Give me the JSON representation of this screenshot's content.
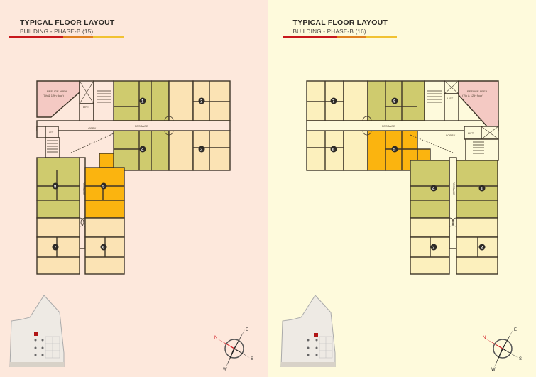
{
  "colors": {
    "bg_left": "#fde8dc",
    "bg_right": "#fefadc",
    "unit_green": "#cfcb6e",
    "unit_cream": "#fbe3b4",
    "unit_cream_right": "#fcf0bd",
    "unit_highlight": "#fbb40f",
    "refuge_pink": "#f4c9c3",
    "wall": "#3e3528",
    "rule_red": "#c8181c",
    "rule_orange": "#e08020",
    "rule_yellow": "#f1c232"
  },
  "panels": [
    {
      "title": "TYPICAL FLOOR LAYOUT",
      "subtitle": "BUILDING - PHASE-B (15)",
      "labels": {
        "refuge_line1": "REFUGE AREA",
        "refuge_line2": "(7th & 12th floor)",
        "lift_a": "LIFT",
        "lift_b": "LIFT",
        "lobby": "LOBBY",
        "passage_h": "PASSAGE",
        "passage_v": "PASSAGE"
      },
      "units": [
        "1",
        "2",
        "3",
        "4",
        "5",
        "6",
        "7",
        "8"
      ],
      "highlighted_unit": "5",
      "compass": {
        "n": "N",
        "e": "E",
        "s": "S",
        "w": "W"
      },
      "keymap": "site-key-plan"
    },
    {
      "title": "TYPICAL FLOOR LAYOUT",
      "subtitle": "BUILDING - PHASE-B (16)",
      "labels": {
        "refuge_line1": "REFUGE AREA",
        "refuge_line2": "(7th & 12th floor)",
        "lift_a": "LIFT",
        "lift_b": "LIFT",
        "lobby": "LOBBY",
        "passage_h": "PASSAGE",
        "passage_v": "PASSAGE"
      },
      "units": [
        "1",
        "2",
        "3",
        "4",
        "5",
        "6",
        "7",
        "8"
      ],
      "highlighted_unit": "5",
      "compass": {
        "n": "N",
        "e": "E",
        "s": "S",
        "w": "W"
      },
      "keymap": "site-key-plan"
    }
  ]
}
